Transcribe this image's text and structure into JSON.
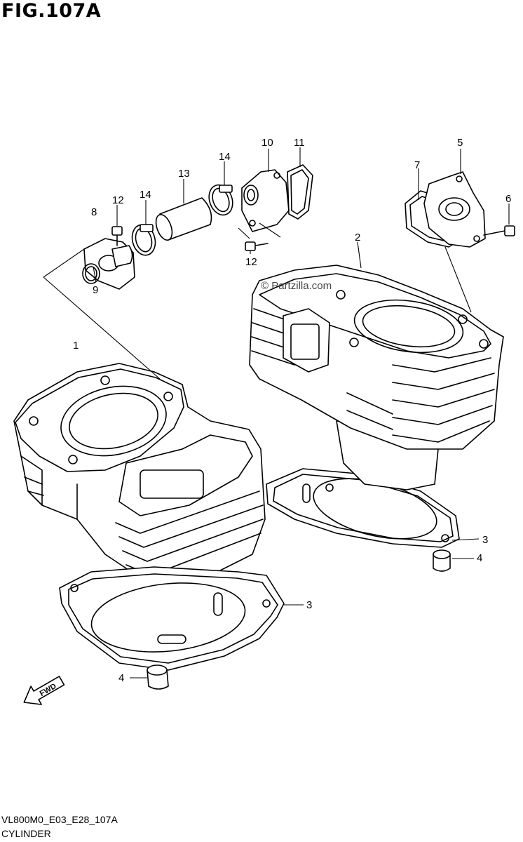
{
  "figure": {
    "title": "FIG.107A",
    "footer_code": "VL800M0_E03_E28_107A",
    "footer_name": "CYLINDER",
    "watermark": "© Partzilla.com",
    "fwd_label": "FWD"
  },
  "callouts": {
    "c1": "1",
    "c2": "2",
    "c3a": "3",
    "c3b": "3",
    "c4a": "4",
    "c4b": "4",
    "c5": "5",
    "c6": "6",
    "c7": "7",
    "c8": "8",
    "c9": "9",
    "c10": "10",
    "c11": "11",
    "c12a": "12",
    "c12b": "12",
    "c13": "13",
    "c14a": "14",
    "c14b": "14"
  }
}
